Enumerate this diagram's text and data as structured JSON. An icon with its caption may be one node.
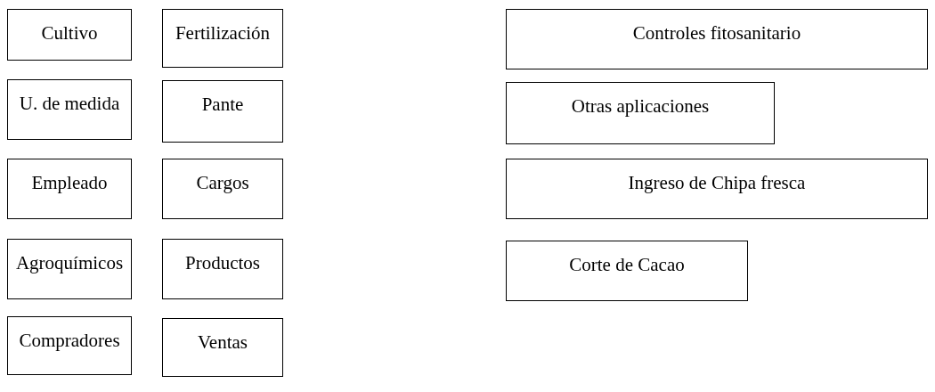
{
  "diagram": {
    "nodes": [
      {
        "text": [
          "Cultivo"
        ]
      },
      {
        "text": [
          "Fertilización"
        ]
      },
      {
        "text": [
          "Controles fitosanitario"
        ]
      },
      {
        "text": [
          "U. de medida"
        ]
      },
      {
        "text": [
          "Pante"
        ]
      },
      {
        "text": [
          "Otras aplicaciones"
        ]
      },
      {
        "text": [
          "Empleado"
        ]
      },
      {
        "text": [
          "Cargos"
        ]
      },
      {
        "text": [
          "Ingreso de Chipa fresca"
        ]
      },
      {
        "text": [
          "Agroquímicos"
        ]
      },
      {
        "text": [
          "Productos"
        ]
      },
      {
        "text": [
          "Corte de Cacao"
        ]
      },
      {
        "text": [
          "Compradores"
        ]
      },
      {
        "text": [
          "Ventas"
        ]
      }
    ]
  }
}
